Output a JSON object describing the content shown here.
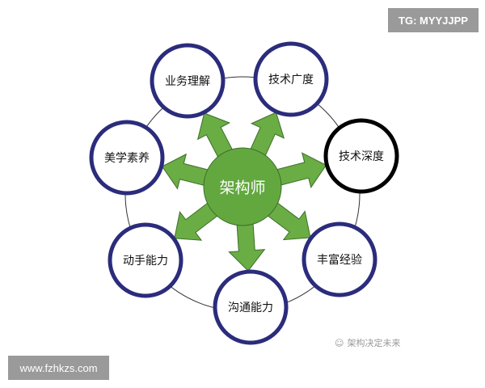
{
  "center": {
    "label": "架构师",
    "color": "#62a83f"
  },
  "nodes": [
    {
      "label": "业务理解",
      "highlight": false
    },
    {
      "label": "技术广度",
      "highlight": false
    },
    {
      "label": "技术深度",
      "highlight": true
    },
    {
      "label": "丰富经验",
      "highlight": false
    },
    {
      "label": "沟通能力",
      "highlight": false
    },
    {
      "label": "动手能力",
      "highlight": false
    },
    {
      "label": "美学素养",
      "highlight": false
    }
  ],
  "colors": {
    "node_border": "#2b2c7c",
    "highlight_border": "#000000",
    "arrow": "#6aad44"
  },
  "watermark": "架构决定未来",
  "badges": {
    "top": "TG: MYYJJPP",
    "bottom": "www.fzhkzs.com"
  }
}
